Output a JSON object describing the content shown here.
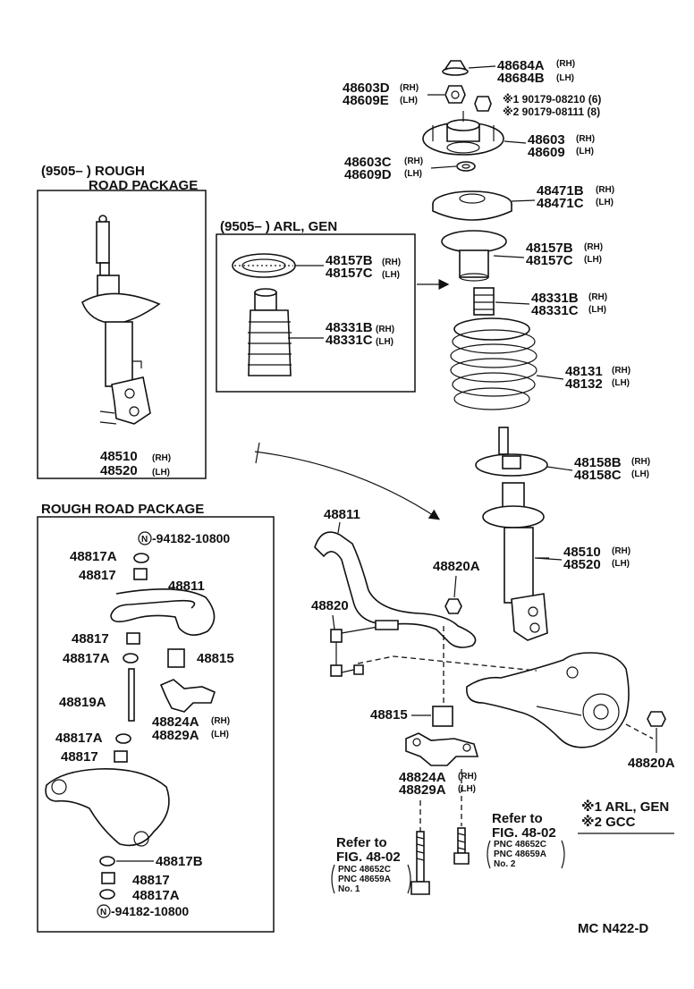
{
  "rough_box_top": {
    "title_line1": "(9505–       ) ROUGH",
    "title_line2": "ROAD  PACKAGE",
    "part_a": "48510",
    "part_a_side": "(RH)",
    "part_b": "48520",
    "part_b_side": "(LH)"
  },
  "arl_box": {
    "title": "(9505–        ) ARL, GEN",
    "p1": "48157B",
    "p1s": "(RH)",
    "p2": "48157C",
    "p2s": "(LH)",
    "p3": "48331B",
    "p3s": "(RH)",
    "p4": "48331C",
    "p4s": "(LH)"
  },
  "rough_box_bottom": {
    "title": "ROUGH  ROAD  PACKAGE",
    "n1": "-94182-10800",
    "l1": "48817A",
    "l2": "48817",
    "l3": "48811",
    "l4": "48817",
    "l5": "48817A",
    "l6": "48815",
    "l7": "48819A",
    "l8": "48824A",
    "l8s": "(RH)",
    "l9": "48829A",
    "l9s": "(LH)",
    "l10": "48817A",
    "l11": "48817",
    "l12": "48817B",
    "l13": "48817",
    "l14": "48817A",
    "n2": "-94182-10800",
    "n_symbol": "N"
  },
  "main": {
    "a1": "48684A",
    "a1s": "(RH)",
    "a2": "48684B",
    "a2s": "(LH)",
    "b1": "48603D",
    "b1s": "(RH)",
    "b2": "48609E",
    "b2s": "(LH)",
    "c1": "※1 90179-08210 (6)",
    "c2": "※2 90179-08111 (8)",
    "d1": "48603",
    "d1s": "(RH)",
    "d2": "48609",
    "d2s": "(LH)",
    "e1": "48603C",
    "e1s": "(RH)",
    "e2": "48609D",
    "e2s": "(LH)",
    "f1": "48471B",
    "f1s": "(RH)",
    "f2": "48471C",
    "f2s": "(LH)",
    "g1": "48157B",
    "g1s": "(RH)",
    "g2": "48157C",
    "g2s": "(LH)",
    "h1": "48331B",
    "h1s": "(RH)",
    "h2": "48331C",
    "h2s": "(LH)",
    "i1": "48131",
    "i1s": "(RH)",
    "i2": "48132",
    "i2s": "(LH)",
    "j1": "48158B",
    "j1s": "(RH)",
    "j2": "48158C",
    "j2s": "(LH)",
    "k1": "48510",
    "k1s": "(RH)",
    "k2": "48520",
    "k2s": "(LH)",
    "m1": "48811",
    "m2": "48820A",
    "m3": "48820",
    "m4": "48815",
    "m5": "48824A",
    "m5s": "(RH)",
    "m6": "48829A",
    "m6s": "(LH)",
    "m7": "48820A"
  },
  "refs": {
    "r1_l1": "Refer  to",
    "r1_l2": "FIG. 48-02",
    "r1_pnc1": "PNC  48652C",
    "r1_pnc2": "PNC  48659A",
    "r1_no": "No. 1",
    "r2_l1": "Refer  to",
    "r2_l2": "FIG. 48-02",
    "r2_pnc1": "PNC  48652C",
    "r2_pnc2": "PNC  48659A",
    "r2_no": "No. 2"
  },
  "notes": {
    "n1": "※1 ARL, GEN",
    "n2": "※2 GCC"
  },
  "code": "MC  N422-D"
}
